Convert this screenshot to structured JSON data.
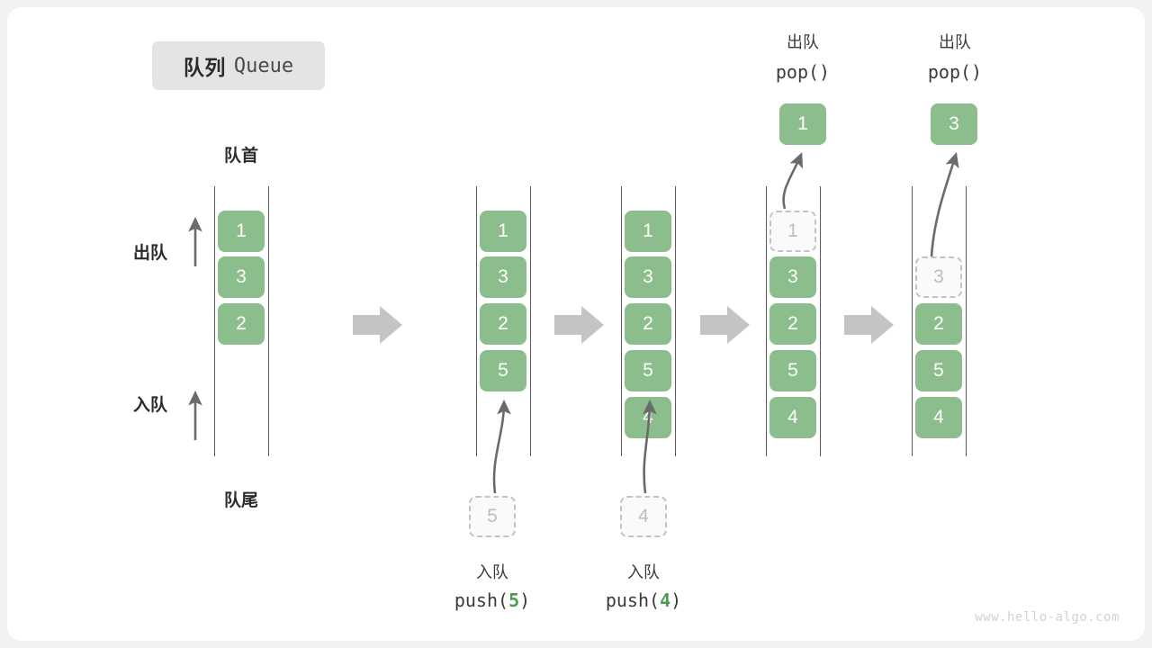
{
  "title": {
    "cn": "队列",
    "en": "Queue"
  },
  "labels": {
    "head": "队首",
    "tail": "队尾",
    "dequeue": "出队",
    "enqueue": "入队"
  },
  "colors": {
    "element_green": "#8cbd8c",
    "ghost_gray": "#c3c3c3",
    "rail_gray": "#5b5b5b",
    "step_arrow_gray": "#c4c4c4",
    "badge_bg": "#e4e4e4",
    "accent_number_green": "#4e9a4e"
  },
  "columns": [
    {
      "name": "initial-queue",
      "cells": [
        {
          "value": "1",
          "state": "filled"
        },
        {
          "value": "3",
          "state": "filled"
        },
        {
          "value": "2",
          "state": "filled"
        }
      ]
    },
    {
      "name": "after-push-5",
      "cells": [
        {
          "value": "1",
          "state": "filled"
        },
        {
          "value": "3",
          "state": "filled"
        },
        {
          "value": "2",
          "state": "filled"
        },
        {
          "value": "5",
          "state": "filled"
        }
      ]
    },
    {
      "name": "after-push-4",
      "cells": [
        {
          "value": "1",
          "state": "filled"
        },
        {
          "value": "3",
          "state": "filled"
        },
        {
          "value": "2",
          "state": "filled"
        },
        {
          "value": "5",
          "state": "filled"
        },
        {
          "value": "4",
          "state": "filled"
        }
      ]
    },
    {
      "name": "after-pop-1",
      "cells": [
        {
          "value": "1",
          "state": "ghost"
        },
        {
          "value": "3",
          "state": "filled"
        },
        {
          "value": "2",
          "state": "filled"
        },
        {
          "value": "5",
          "state": "filled"
        },
        {
          "value": "4",
          "state": "filled"
        }
      ]
    },
    {
      "name": "after-pop-3",
      "cells": [
        {
          "value": "3",
          "state": "ghost"
        },
        {
          "value": "2",
          "state": "filled"
        },
        {
          "value": "5",
          "state": "filled"
        },
        {
          "value": "4",
          "state": "filled"
        }
      ]
    }
  ],
  "operations": {
    "push_5": {
      "label_cn": "入队",
      "call_prefix": "push(",
      "call_value": "5",
      "call_suffix": ")",
      "ghost_value": "5"
    },
    "push_4": {
      "label_cn": "入队",
      "call_prefix": "push(",
      "call_value": "4",
      "call_suffix": ")",
      "ghost_value": "4"
    },
    "pop_1": {
      "label_cn": "出队",
      "call": "pop()",
      "popped_value": "1"
    },
    "pop_3": {
      "label_cn": "出队",
      "call": "pop()",
      "popped_value": "3"
    }
  },
  "watermark": "www.hello-algo.com"
}
